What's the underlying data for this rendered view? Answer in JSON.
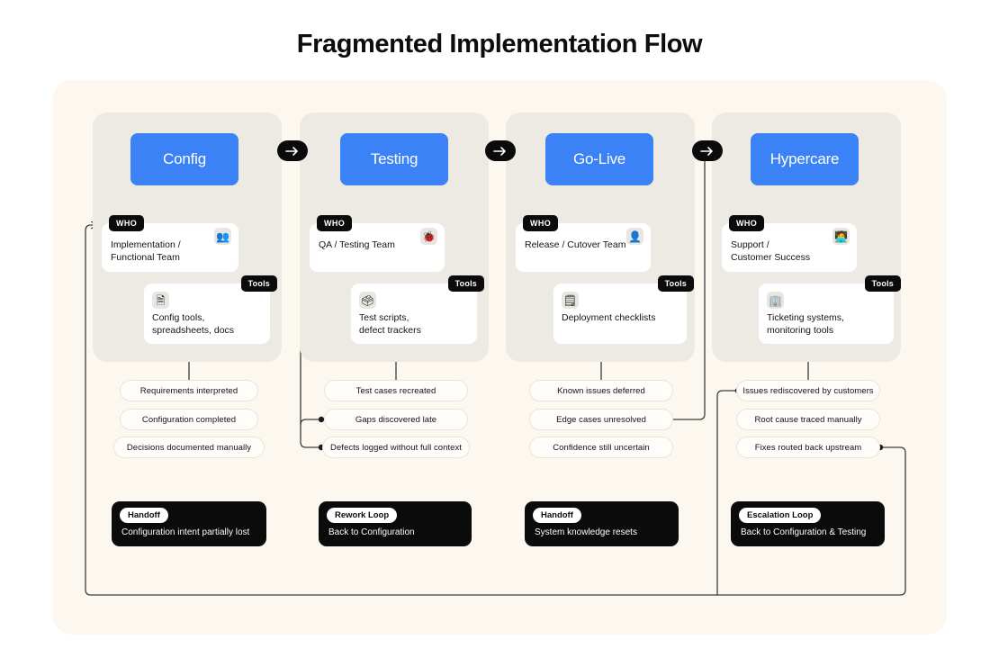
{
  "title": "Fragmented Implementation Flow",
  "flow_arrow_icon": "arrow-right-icon",
  "colors": {
    "stage_blue": "#3b82f6",
    "canvas_cream": "#fdf8ef",
    "column_grey": "#edeae4",
    "outcome_black": "#0b0b0b",
    "wire": "#3d3d3d"
  },
  "labels": {
    "who_tag": "WHO",
    "tools_tag": "Tools"
  },
  "columns": [
    {
      "stage": "Config",
      "who": {
        "tag": "WHO",
        "text": "Implementation /\nFunctional Team",
        "icon": "people-team-icon",
        "icon_glyph": "👥"
      },
      "tools": {
        "tag": "Tools",
        "text": "Config tools,\nspreadsheets, docs",
        "icon": "document-icon",
        "icon_glyph": "🗎"
      },
      "pills": [
        "Requirements interpreted",
        "Configuration completed",
        "Decisions documented manually"
      ],
      "outcome": {
        "chip": "Handoff",
        "text": "Configuration intent partially lost"
      }
    },
    {
      "stage": "Testing",
      "who": {
        "tag": "WHO",
        "text": "QA / Testing Team",
        "icon": "bug-tester-icon",
        "icon_glyph": "🐞"
      },
      "tools": {
        "tag": "Tools",
        "text": "Test scripts,\ndefect trackers",
        "icon": "clipboard-list-icon",
        "icon_glyph": "🗳"
      },
      "pills": [
        "Test cases recreated",
        "Gaps discovered late",
        "Defects logged without full context"
      ],
      "outcome": {
        "chip": "Rework Loop",
        "text": "Back to Configuration"
      }
    },
    {
      "stage": "Go-Live",
      "who": {
        "tag": "WHO",
        "text": "Release / Cutover Team",
        "icon": "person-icon",
        "icon_glyph": "👤"
      },
      "tools": {
        "tag": "Tools",
        "text": "Deployment checklists",
        "icon": "checklist-clock-icon",
        "icon_glyph": "🗒"
      },
      "pills": [
        "Known issues deferred",
        "Edge cases unresolved",
        "Confidence still uncertain"
      ],
      "outcome": {
        "chip": "Handoff",
        "text": "System knowledge resets"
      }
    },
    {
      "stage": "Hypercare",
      "who": {
        "tag": "WHO",
        "text": "Support /\nCustomer Success",
        "icon": "support-agent-icon",
        "icon_glyph": "🧑‍💻"
      },
      "tools": {
        "tag": "Tools",
        "text": "Ticketing systems,\nmonitoring tools",
        "icon": "ticket-monitor-icon",
        "icon_glyph": "🏢"
      },
      "pills": [
        "Issues rediscovered by customers",
        "Root cause traced manually",
        "Fixes routed back upstream"
      ],
      "outcome": {
        "chip": "Escalation Loop",
        "text": "Back to Configuration & Testing"
      }
    }
  ]
}
